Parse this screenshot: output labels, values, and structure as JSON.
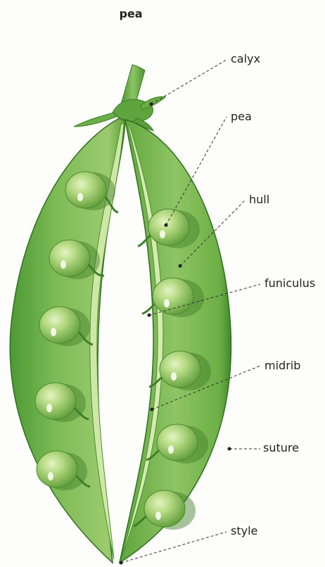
{
  "title": "pea",
  "labels": {
    "calyx": "calyx",
    "pea": "pea",
    "hull": "hull",
    "funiculus": "funiculus",
    "midrib": "midrib",
    "suture": "suture",
    "style": "style"
  },
  "colors": {
    "pod_dark": "#3e8a2c",
    "pod_mid": "#6fb04a",
    "pod_light": "#a9d07a",
    "pea_light": "#c6e39a",
    "pea_dark": "#6aa640",
    "leader": "#333333"
  }
}
